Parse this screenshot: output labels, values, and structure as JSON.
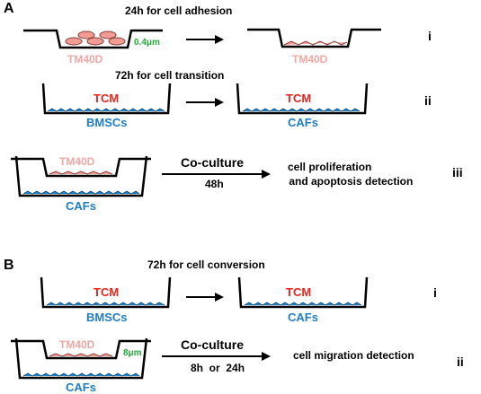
{
  "panel_a": {
    "letter": "A",
    "row1": {
      "caption": "24h for cell adhesion",
      "left_cell": "TM40D",
      "pore": "0.4μm",
      "right_cell": "TM40D",
      "roman": "i"
    },
    "row2": {
      "caption": "72h for cell  transition",
      "left_medium": "TCM",
      "left_cell": "BMSCs",
      "right_medium": "TCM",
      "right_cell": "CAFs",
      "roman": "ii"
    },
    "row3": {
      "insert_cell": "TM40D",
      "well_cell": "CAFs",
      "arrow_top": "Co-culture",
      "arrow_bottom": "48h",
      "result_line1": "cell proliferation",
      "result_line2": " and apoptosis detection",
      "roman": "iii"
    }
  },
  "panel_b": {
    "letter": "B",
    "row1": {
      "caption": "72h for cell  conversion",
      "left_medium": "TCM",
      "left_cell": "BMSCs",
      "right_medium": "TCM",
      "right_cell": "CAFs",
      "roman": "i"
    },
    "row2": {
      "insert_cell": "TM40D",
      "pore": "8μm",
      "well_cell": "CAFs",
      "arrow_top": "Co-culture",
      "arrow_bottom": "8h  or  24h",
      "result": "cell migration detection",
      "roman": "ii"
    }
  },
  "colors": {
    "tm40d": "#f0a8a4",
    "tcm": "#e8231e",
    "blue_label": "#1f7dc1",
    "pore": "#22a93a",
    "cell_fill": "#f29c94",
    "cell_layer": "#1e7fc4",
    "line": "#000000"
  }
}
